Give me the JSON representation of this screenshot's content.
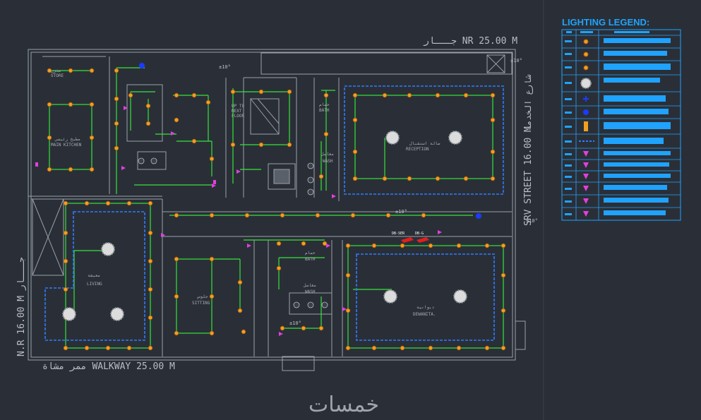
{
  "header": {
    "top_neighbor": "جـــار NR 25.00 M",
    "right_street": "SRV STREET 16.00 M",
    "right_street_ar": "شارع الخدمة",
    "left_neighbor": "N.R 16.00 M جـــار",
    "bottom_walkway": "ممر مشاة WALKWAY 25.00 M"
  },
  "rooms": {
    "store": "STORE",
    "store_ar": "مخزن",
    "main_kitchen": "MAIN KITCHEN",
    "main_kitchen_ar": "مطبخ رئيسي",
    "up_floor": "UP TO",
    "up_floor2": "NEXT",
    "up_floor3": "FLOOR",
    "bath1": "BATH",
    "bath1_ar": "حمام",
    "wash1": "WASH",
    "wash1_ar": "مغاسل",
    "reception": "RECEPTION",
    "reception_ar": "صالة استقبال",
    "living": "LIVING",
    "living_ar": "معيشة",
    "sitting": "SITTING",
    "sitting_ar": "جلوس",
    "bath2": "BATH",
    "bath2_ar": "حمام",
    "wash2": "WASH",
    "wash2_ar": "مغاسل",
    "dewanita": "DEWANITA.",
    "dewanita_ar": "ديوانية"
  },
  "labels": {
    "level1": "±10°",
    "level2": "±10°",
    "level3": "±10°",
    "level4": "±10°",
    "level5": "±10°",
    "db_ser": "DB-SER",
    "db_g": "DB-G"
  },
  "legend": {
    "title": "LIGHTING LEGEND:"
  },
  "watermark": "خمسات",
  "colors": {
    "background": "#2a2f37",
    "wall": "#9aa0a8",
    "circuit": "#35e33b",
    "fixture": "#f0a020",
    "switch": "#e040e0",
    "dashed": "#2d7cff",
    "legend": "#1fa3ff"
  }
}
